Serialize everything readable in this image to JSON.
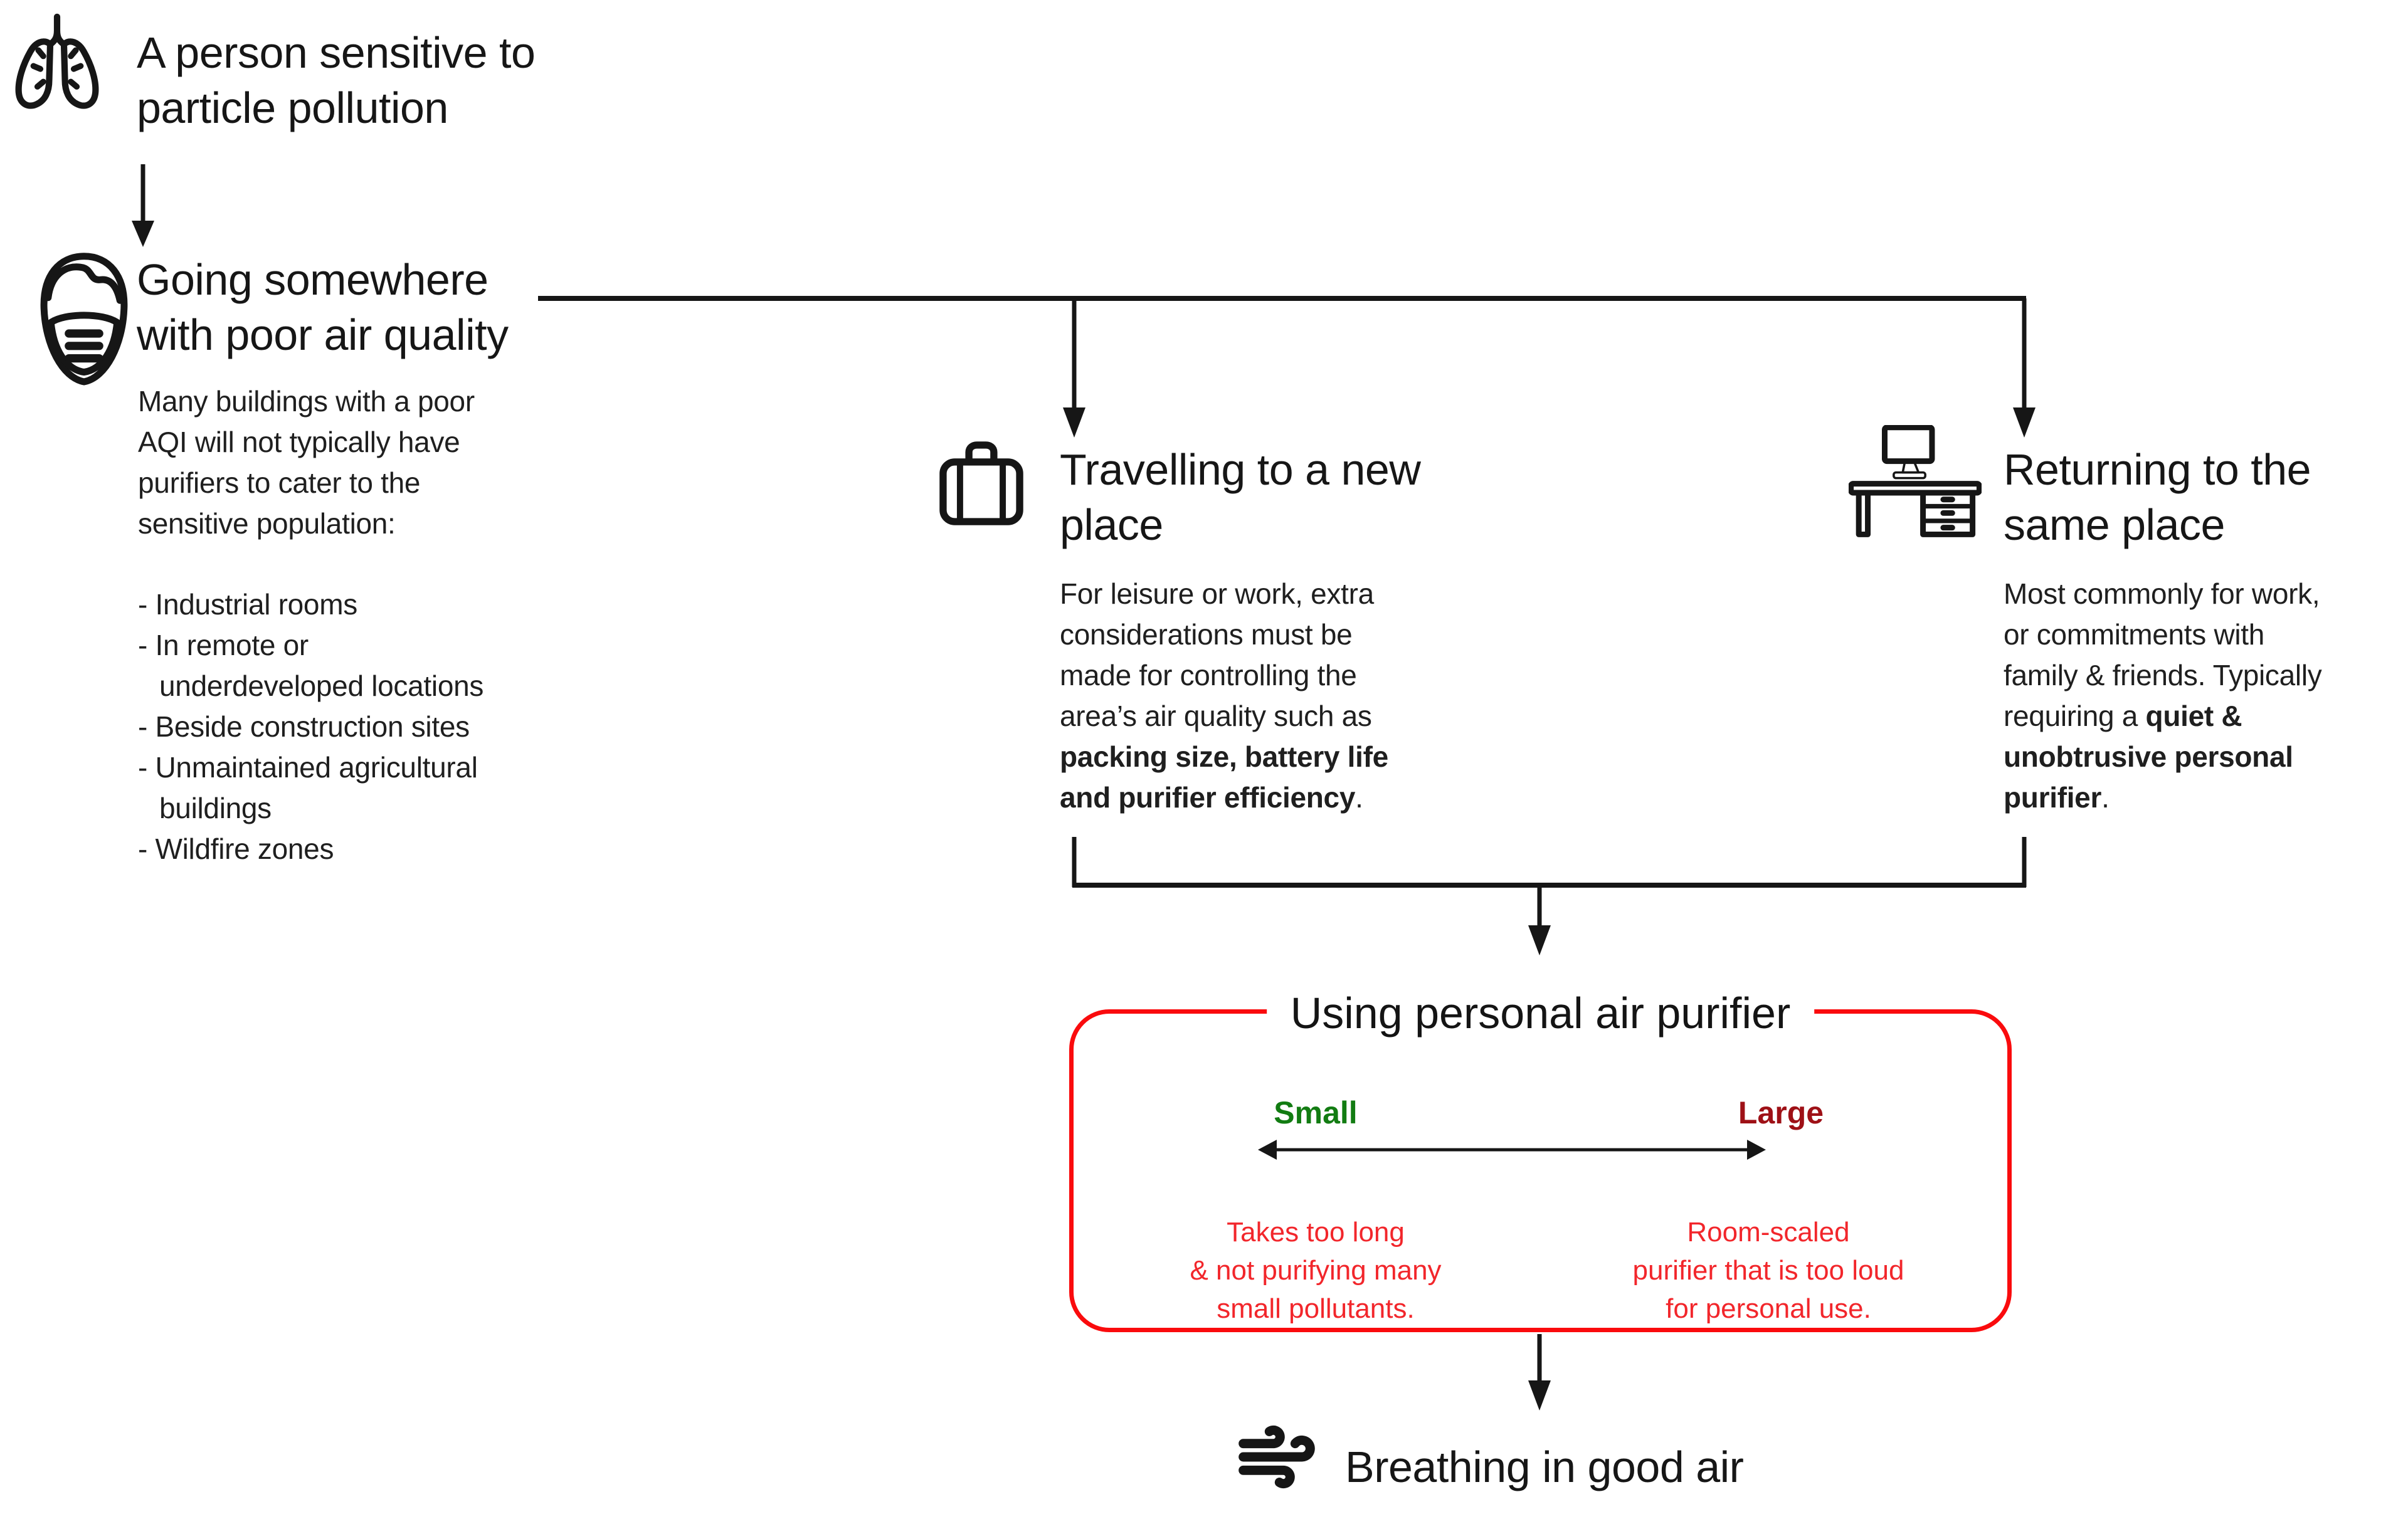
{
  "palette": {
    "ink": "#161616",
    "red": "#fa0b0d",
    "red_text": "#f2262b",
    "green": "#127c12",
    "maroon": "#9e1016"
  },
  "icons": {
    "lungs": "lungs-icon",
    "masked_person": "masked-person-icon",
    "suitcase": "suitcase-icon",
    "desk": "desk-computer-icon",
    "wind": "wind-icon"
  },
  "flow": {
    "step1_title": "A person sensitive to\nparticle pollution",
    "step2_title": "Going somewhere\nwith poor air quality",
    "step2_para": "Many buildings with a poor\nAQI will not typically have\npurifiers to cater to the\nsensitive population:",
    "step2_list": [
      "- Industrial rooms",
      "- In remote or\nunderdeveloped locations",
      "- Beside construction sites",
      "- Unmaintained agricultural\nbuildings",
      "- Wildfire zones"
    ],
    "travel_title": "Travelling to a new\nplace",
    "travel_para_normal": "For leisure or work, extra\nconsiderations must be\nmade for controlling the\narea’s air quality such as\n",
    "travel_para_bold": "packing size, battery life\nand purifier efficiency",
    "travel_para_end": ".",
    "return_title": "Returning to the\nsame place",
    "return_para_normal": "Most commonly for work,\nor commitments with\nfamily & friends. Typically\nrequiring a ",
    "return_para_bold": "quiet &\nunobtrusive personal\npurifier",
    "return_para_end": ".",
    "box_title": "Using personal air purifier",
    "scale_small": "Small",
    "scale_large": "Large",
    "small_note": "Takes too long\n& not purifying many\nsmall pollutants.",
    "large_note": "Room-scaled\npurifier that is too loud\nfor personal use.",
    "final_title": "Breathing in good air"
  }
}
